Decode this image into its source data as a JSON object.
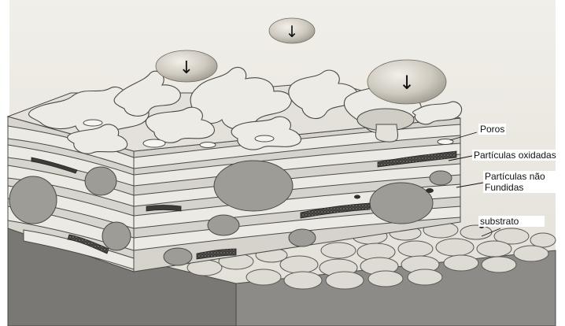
{
  "labels": {
    "poros": "Poros",
    "oxidadas": "Partículas oxidadas",
    "nao_fundidas": "Partículas não Fundidas",
    "substrato": "substrato"
  },
  "droplet_arrow": "↓",
  "colors": {
    "background": "#ffffff",
    "sky": "#eceae3",
    "splat_light": "#e9e7e0",
    "splat_shade": "#c9c6bf",
    "outline": "#4a4945",
    "particle": "#9e9c96",
    "oxide": "#3d3c39",
    "substrate_front": "#7a7874",
    "substrate_side": "#8a8884"
  }
}
